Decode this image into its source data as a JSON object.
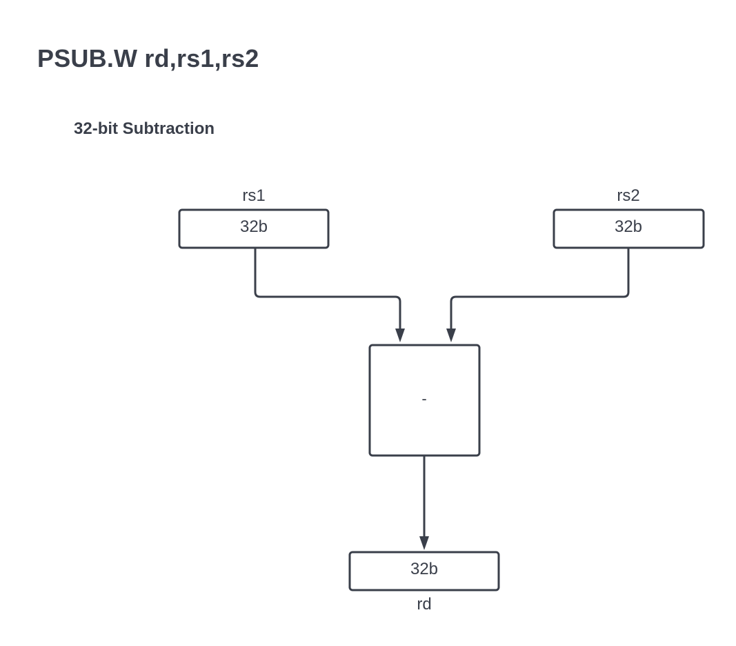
{
  "title": "PSUB.W rd,rs1,rs2",
  "subtitle": "32-bit Subtraction",
  "inputs": [
    {
      "label": "rs1",
      "width": "32b"
    },
    {
      "label": "rs2",
      "width": "32b"
    }
  ],
  "operation": {
    "symbol": "-"
  },
  "output": {
    "label": "rd",
    "width": "32b"
  },
  "colors": {
    "stroke": "#3a3f4a",
    "background": "#ffffff"
  }
}
